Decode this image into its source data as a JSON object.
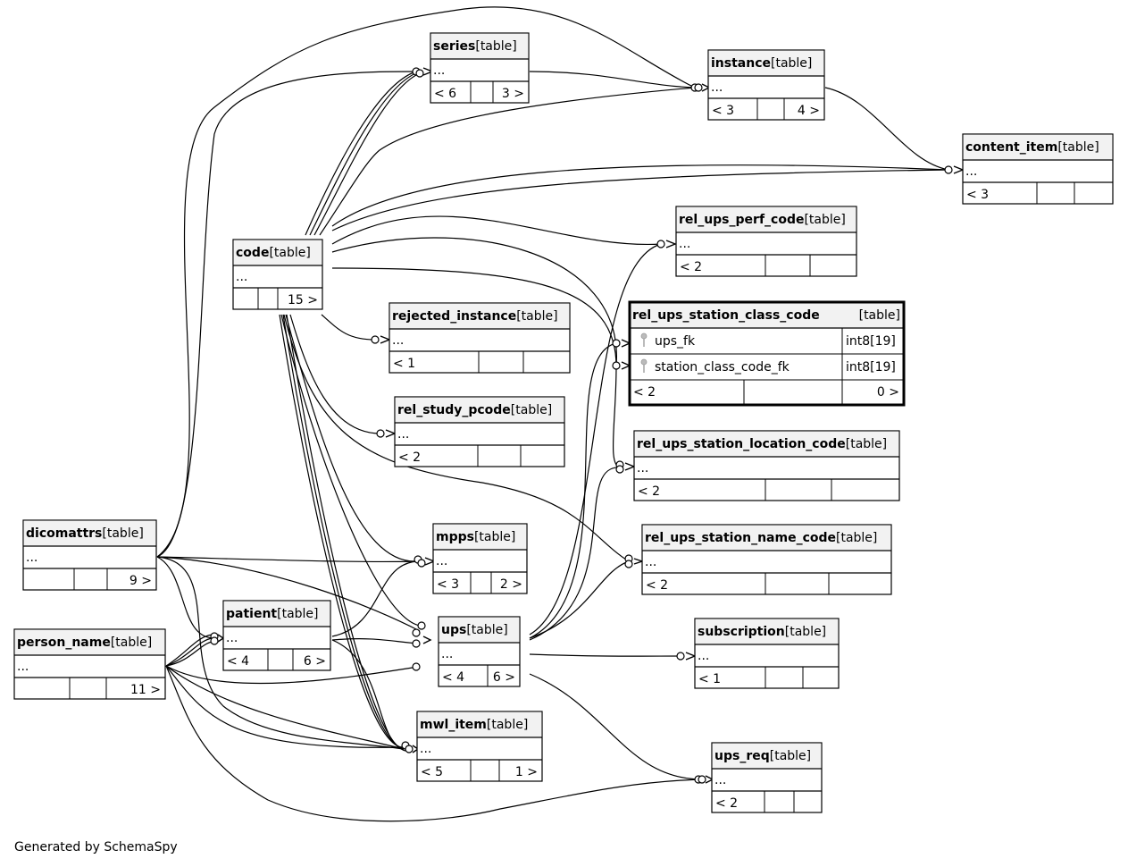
{
  "footer": "Generated by SchemaSpy",
  "tables": [
    {
      "id": "series",
      "name": "series",
      "tag": "[table]",
      "row": "...",
      "footer": [
        "< 6",
        "",
        "3 >"
      ]
    },
    {
      "id": "instance",
      "name": "instance",
      "tag": "[table]",
      "row": "...",
      "footer": [
        "< 3",
        "",
        "4 >"
      ]
    },
    {
      "id": "content_item",
      "name": "content_item",
      "tag": "[table]",
      "row": "...",
      "footer": [
        "< 3",
        "",
        ""
      ]
    },
    {
      "id": "rel_ups_perf_code",
      "name": "rel_ups_perf_code",
      "tag": "[table]",
      "row": "...",
      "footer": [
        "< 2",
        "",
        ""
      ]
    },
    {
      "id": "code",
      "name": "code",
      "tag": "[table]",
      "row": "...",
      "footer": [
        "",
        "",
        "15 >"
      ]
    },
    {
      "id": "rejected_instance",
      "name": "rejected_instance",
      "tag": "[table]",
      "row": "...",
      "footer": [
        "< 1",
        "",
        ""
      ]
    },
    {
      "id": "rel_ups_station_class_code",
      "name": "rel_ups_station_class_code",
      "tag": "[table]",
      "focus": true,
      "columns": [
        {
          "name": "ups_fk",
          "type": "int8[19]",
          "icon": "key-icon"
        },
        {
          "name": "station_class_code_fk",
          "type": "int8[19]",
          "icon": "key-icon"
        }
      ],
      "footer": [
        "< 2",
        "",
        "0 >"
      ]
    },
    {
      "id": "rel_study_pcode",
      "name": "rel_study_pcode",
      "tag": "[table]",
      "row": "...",
      "footer": [
        "< 2",
        "",
        ""
      ]
    },
    {
      "id": "rel_ups_station_location_code",
      "name": "rel_ups_station_location_code",
      "tag": "[table]",
      "row": "...",
      "footer": [
        "< 2",
        "",
        ""
      ]
    },
    {
      "id": "dicomattrs",
      "name": "dicomattrs",
      "tag": "[table]",
      "row": "...",
      "footer": [
        "",
        "",
        "9 >"
      ]
    },
    {
      "id": "mpps",
      "name": "mpps",
      "tag": "[table]",
      "row": "...",
      "footer": [
        "< 3",
        "",
        "2 >"
      ]
    },
    {
      "id": "rel_ups_station_name_code",
      "name": "rel_ups_station_name_code",
      "tag": "[table]",
      "row": "...",
      "footer": [
        "< 2",
        "",
        ""
      ]
    },
    {
      "id": "patient",
      "name": "patient",
      "tag": "[table]",
      "row": "...",
      "footer": [
        "< 4",
        "",
        "6 >"
      ]
    },
    {
      "id": "ups",
      "name": "ups",
      "tag": "[table]",
      "row": "...",
      "footer": [
        "< 4",
        "6 >"
      ]
    },
    {
      "id": "subscription",
      "name": "subscription",
      "tag": "[table]",
      "row": "...",
      "footer": [
        "< 1",
        "",
        ""
      ]
    },
    {
      "id": "person_name",
      "name": "person_name",
      "tag": "[table]",
      "row": "...",
      "footer": [
        "",
        "",
        "11 >"
      ]
    },
    {
      "id": "mwl_item",
      "name": "mwl_item",
      "tag": "[table]",
      "row": "...",
      "footer": [
        "< 5",
        "",
        "1 >"
      ]
    },
    {
      "id": "ups_req",
      "name": "ups_req",
      "tag": "[table]",
      "row": "...",
      "footer": [
        "< 2",
        "",
        ""
      ]
    }
  ]
}
